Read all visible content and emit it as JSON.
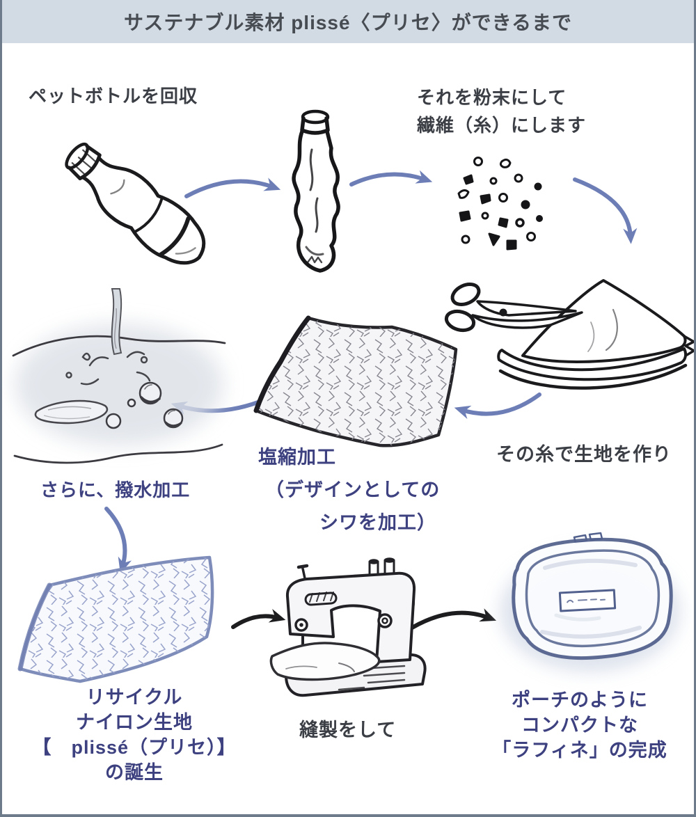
{
  "header": {
    "title": "サステナブル素材 plissé〈プリセ〉ができるまで"
  },
  "steps": {
    "collect": {
      "label": "ペットボトルを回収"
    },
    "powder": {
      "line1": "それを粉末にして",
      "line2": "繊維（糸）にします"
    },
    "weave": {
      "label": "その糸で生地を作り"
    },
    "enshuku": {
      "line1": "塩縮加工",
      "line2": "（デザインとしての",
      "line3": "シワを加工）"
    },
    "hassui": {
      "label": "さらに、撥水加工"
    },
    "plisse": {
      "line1": "リサイクル",
      "line2": "ナイロン生地",
      "line3": "【　plissé（プリセ）】",
      "line4": "の誕生"
    },
    "sewing": {
      "label": "縫製をして"
    },
    "finish": {
      "line1": "ポーチのように",
      "line2": "コンパクトな",
      "line3": "「ラフィネ」の完成"
    }
  },
  "colors": {
    "header_bg": "#d2dae3",
    "frame_border": "#6e7b8b",
    "dark_text": "#3b3f45",
    "navy_text": "#3d4180",
    "arrow_blue": "#6d7eb7",
    "arrow_black": "#1d1d1f",
    "sketch_ink": "#1b1b1e",
    "blue_fabric_ink": "#7e8cba",
    "pouch_ink": "#51608c"
  }
}
